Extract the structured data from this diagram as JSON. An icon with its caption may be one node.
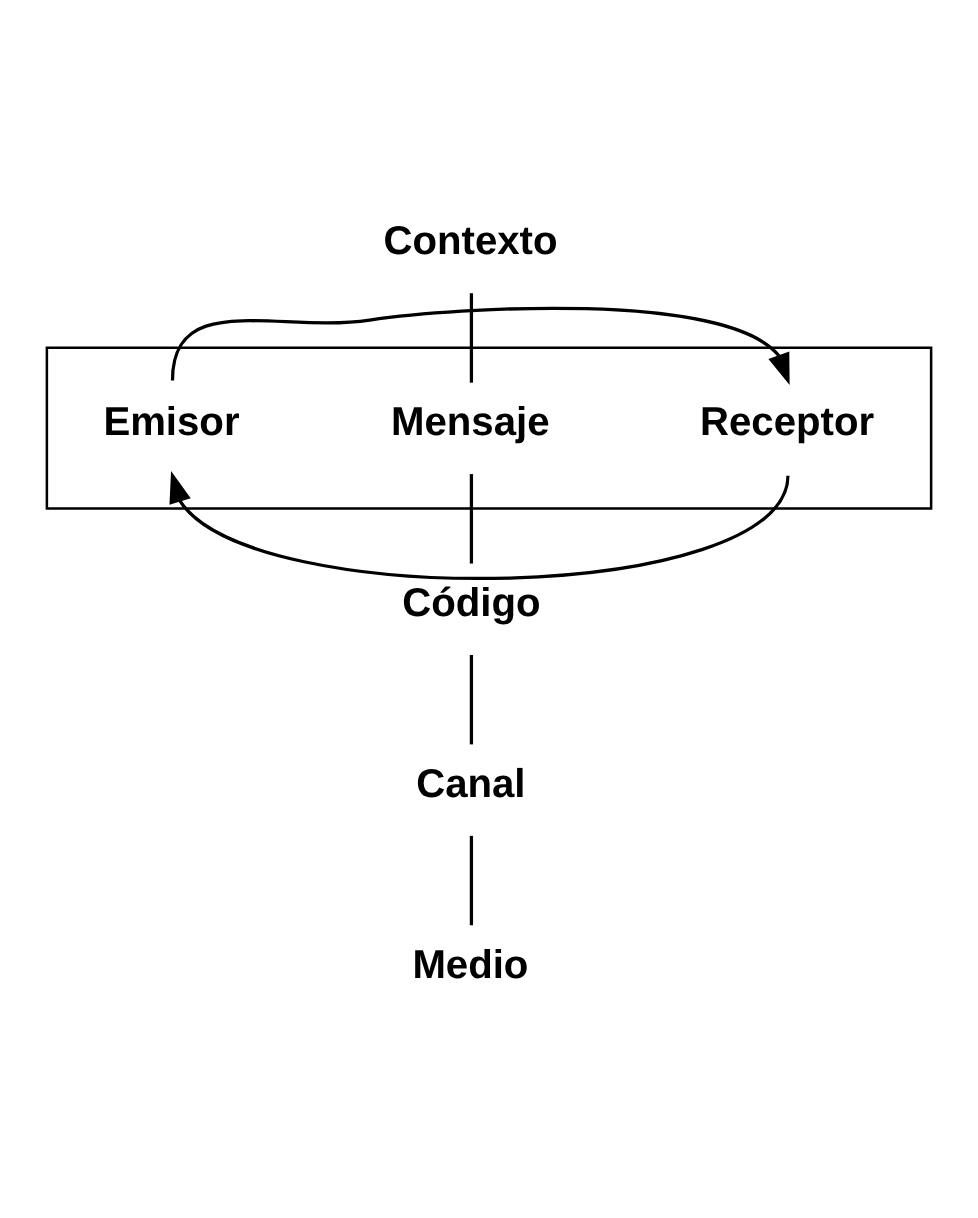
{
  "diagram": {
    "nodes": [
      {
        "text": [
          "Contexto"
        ]
      },
      {
        "text": [],
        "shape": "box"
      },
      {
        "text": [
          "Emisor"
        ],
        "in": 1
      },
      {
        "text": [
          "Mensaje"
        ],
        "in": 1
      },
      {
        "text": [
          "Receptor"
        ],
        "in": 1
      },
      {
        "text": [
          "Código"
        ]
      },
      {
        "text": [
          "Canal"
        ]
      },
      {
        "text": [
          "Medio"
        ]
      }
    ],
    "edges": [
      {
        "from": 2,
        "to": 4,
        "arrow": "to"
      },
      {
        "from": 4,
        "to": 2,
        "arrow": "to"
      },
      {
        "from": 0,
        "to": 3,
        "arrow": "none"
      },
      {
        "from": 3,
        "to": 5,
        "arrow": "none"
      },
      {
        "from": 5,
        "to": 6,
        "arrow": "none"
      },
      {
        "from": 6,
        "to": 7,
        "arrow": "none"
      }
    ]
  }
}
